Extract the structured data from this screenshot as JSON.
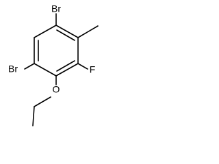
{
  "molecule": {
    "atoms": {
      "br_top": "Br",
      "br_left": "Br",
      "fluorine": "F",
      "oxygen": "O"
    },
    "colors": {
      "bond": "#000000",
      "background": "#ffffff"
    }
  }
}
